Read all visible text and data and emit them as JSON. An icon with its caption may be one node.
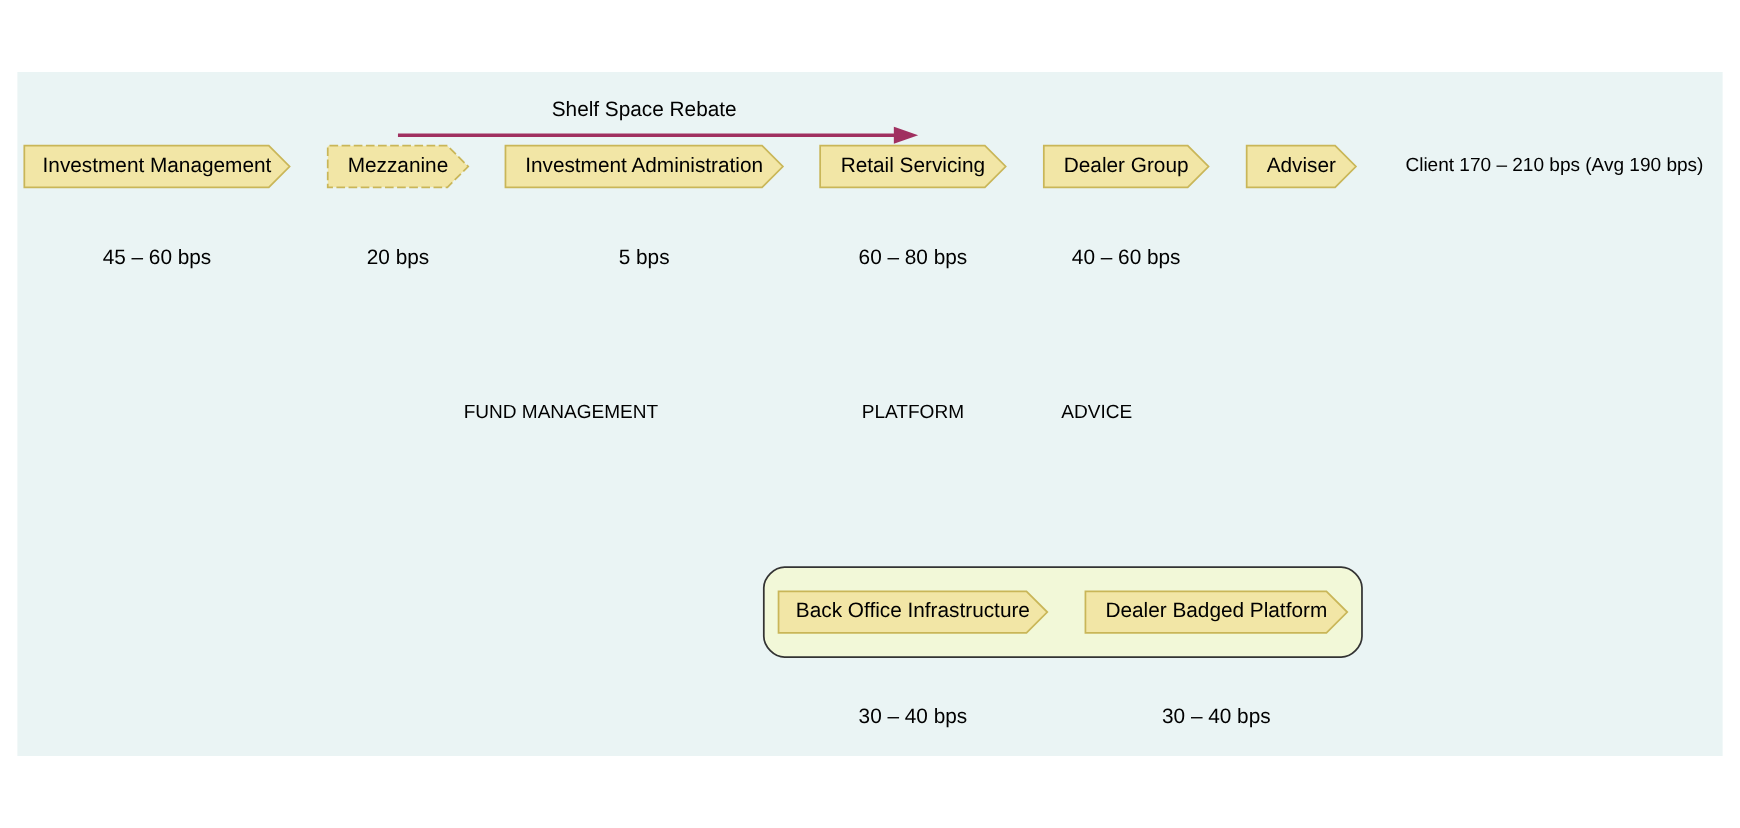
{
  "diagram": {
    "nodes": [
      {
        "text": [
          "Investment Management"
        ],
        "beside": [
          "45 – 60 bps"
        ]
      },
      {
        "text": [
          "Mezzanine"
        ],
        "beside": [
          "20 bps"
        ]
      },
      {
        "text": [
          "Investment Administration"
        ],
        "beside": [
          "5 bps"
        ]
      },
      {
        "text": [
          "Retail Servicing"
        ],
        "beside": [
          "60 – 80 bps"
        ]
      },
      {
        "text": [
          "Dealer Group"
        ],
        "beside": [
          "40 – 60 bps"
        ]
      },
      {
        "text": [
          "Adviser"
        ]
      },
      {
        "text": [],
        "shape": "box"
      },
      {
        "text": [
          "Back Office Infrastructure"
        ],
        "in": 6,
        "beside": [
          "30 – 40 bps"
        ]
      },
      {
        "text": [
          "Dealer Badged Platform"
        ],
        "in": 6,
        "beside": [
          "30 – 40 bps"
        ]
      }
    ],
    "edges": [
      {
        "from": 1,
        "to": 3,
        "arrow": "to",
        "label": "Shelf Space Rebate"
      }
    ],
    "labels": [
      "Client 170 – 210 bps (Avg 190 bps)",
      "FUND MANAGEMENT",
      "PLATFORM",
      "ADVICE"
    ]
  }
}
